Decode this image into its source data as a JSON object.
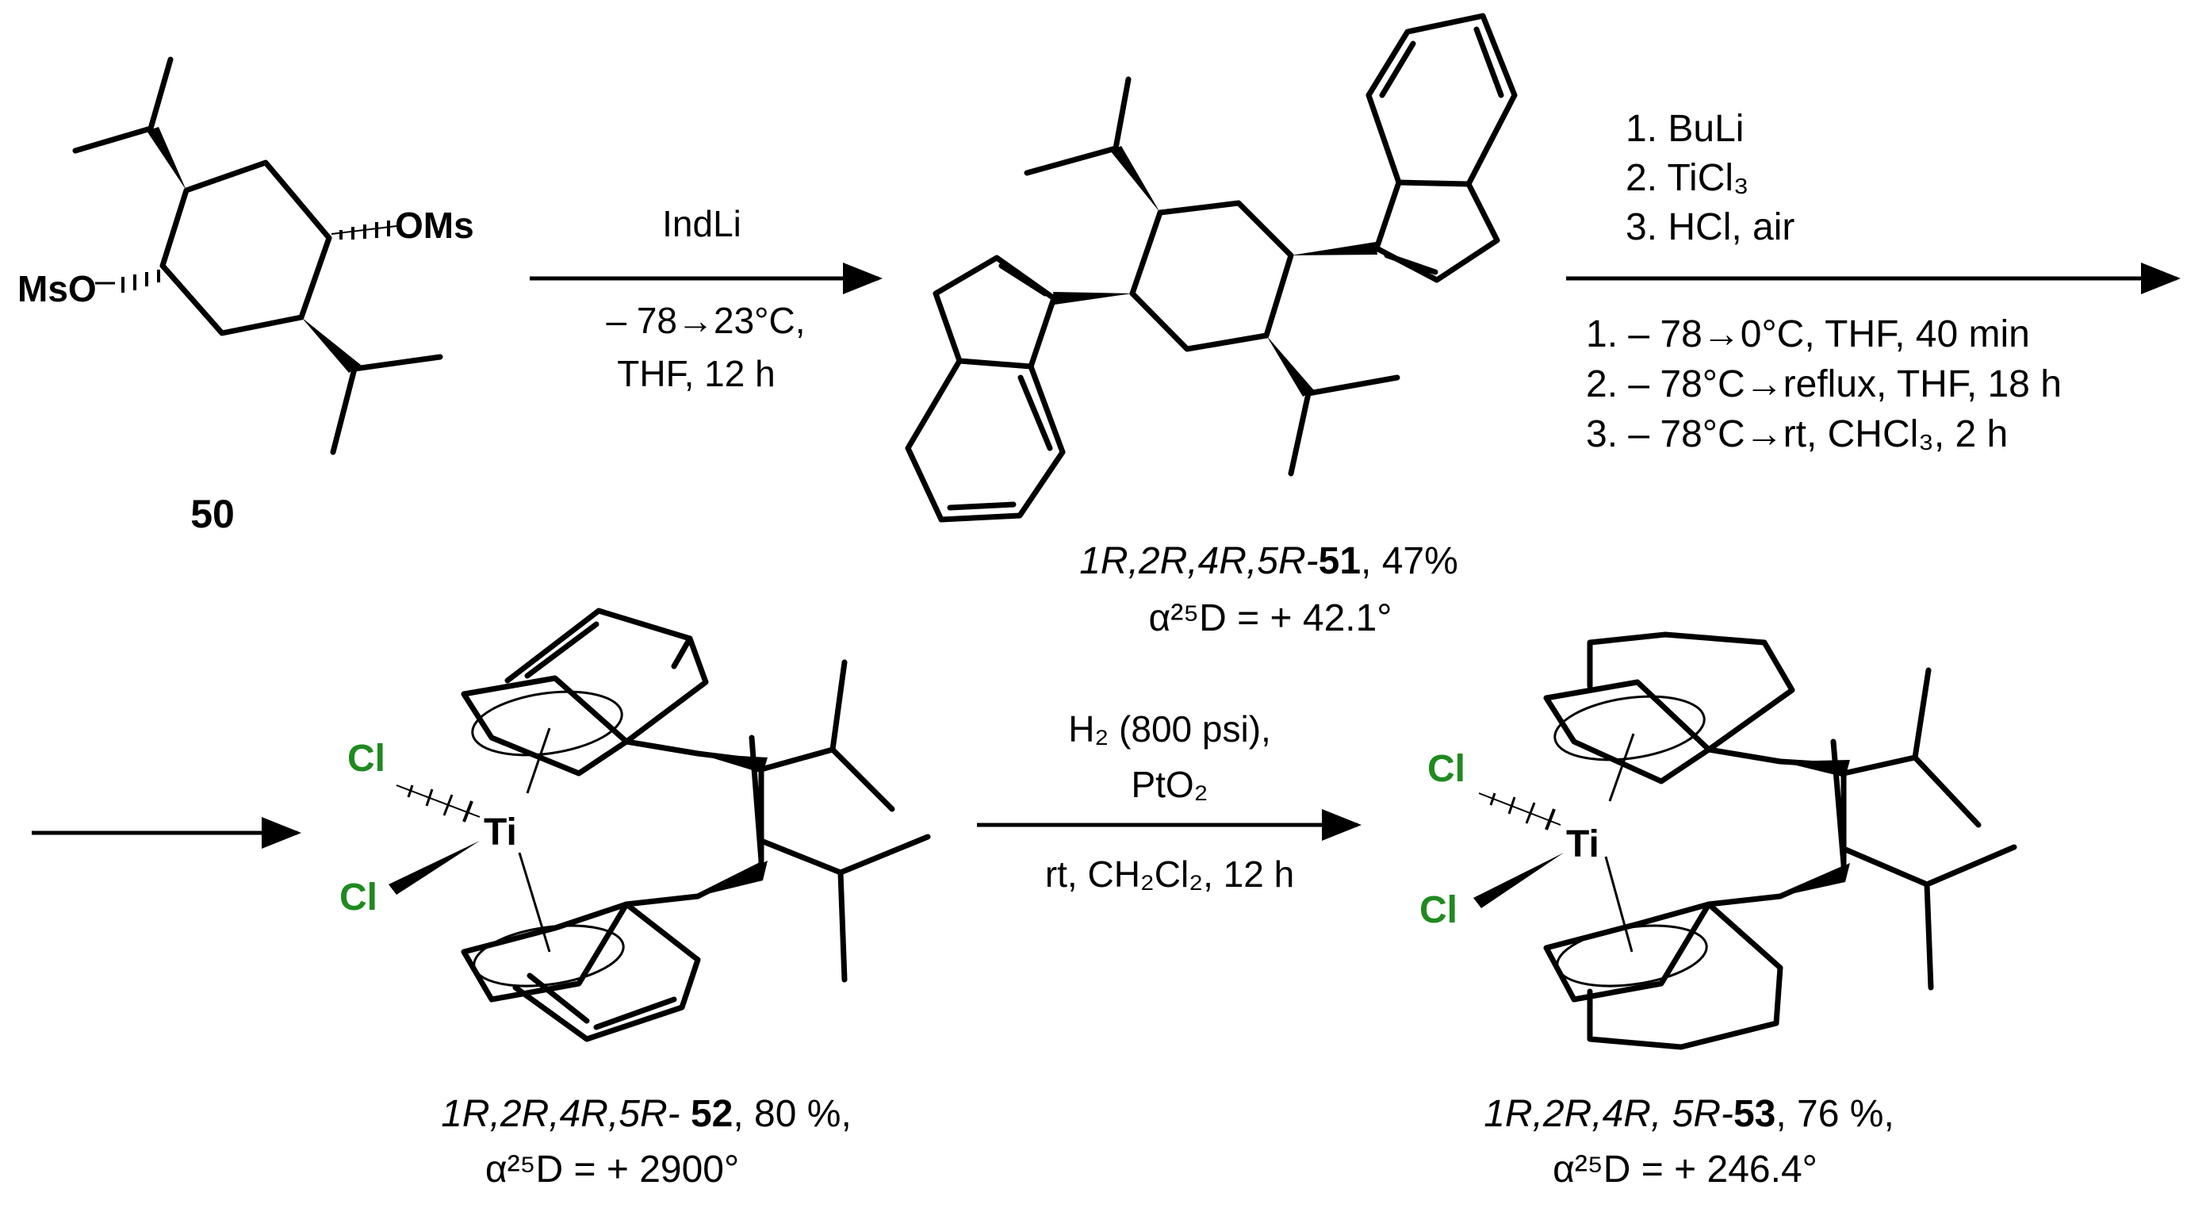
{
  "colors": {
    "chlorine": "#1f8a1f",
    "ink": "#000000"
  },
  "compound_50": {
    "number": "50",
    "left_group": "MsO",
    "right_group": "OMs"
  },
  "step1": {
    "reagent": "IndLi",
    "cond_1": "– 78→23°C,",
    "cond_2": "THF, 12 h"
  },
  "compound_51": {
    "stereo": "1R,2R,4R,5R-",
    "number": "51",
    "yield": ", 47%",
    "rotation": "α²⁵D = + 42.1°"
  },
  "step2": {
    "reagents": [
      "1. BuLi",
      "2. TiCl₃",
      "3. HCl, air"
    ],
    "conditions": [
      "1. – 78→0°C, THF, 40 min",
      "2. – 78°C→reflux, THF, 18 h",
      "3. – 78°C→rt, CHCl₃, 2 h"
    ]
  },
  "compound_52": {
    "metal": "Ti",
    "halide": "Cl",
    "stereo": "1R,2R,4R,5R- ",
    "number": "52",
    "yield": ", 80 %,",
    "rotation": "α²⁵D = + 2900°"
  },
  "step3": {
    "reagent_1": "H₂ (800 psi),",
    "reagent_2": "PtO₂",
    "conditions": "rt, CH₂Cl₂, 12 h"
  },
  "compound_53": {
    "metal": "Ti",
    "halide": "Cl",
    "stereo": "1R,2R,4R, 5R-",
    "number": "53",
    "yield": ", 76 %,",
    "rotation": "α²⁵D = + 246.4°"
  }
}
